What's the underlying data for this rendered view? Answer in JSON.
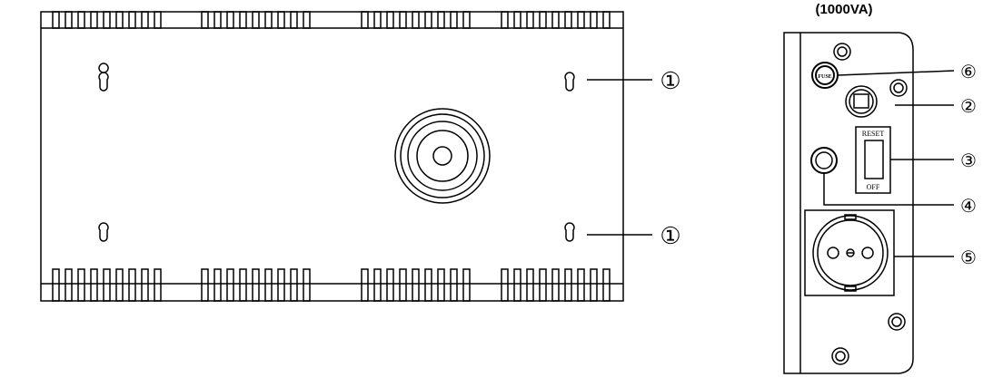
{
  "title": "(1000VA)",
  "front_view": {
    "callouts": [
      {
        "number": "①"
      },
      {
        "number": "①"
      }
    ]
  },
  "side_panel": {
    "fuse_text": "FUSE",
    "switch_top": "RESET",
    "switch_bottom": "OFF",
    "callouts": [
      {
        "number": "⑥"
      },
      {
        "number": "②"
      },
      {
        "number": "③"
      },
      {
        "number": "④"
      },
      {
        "number": "⑤"
      }
    ]
  },
  "colors": {
    "line": "#000000",
    "background": "#ffffff"
  }
}
